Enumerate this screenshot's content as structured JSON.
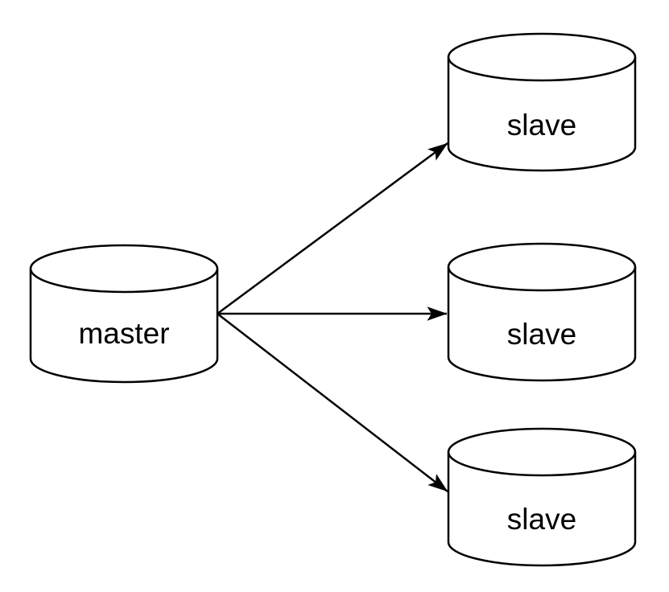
{
  "diagram": {
    "background_color": "#ffffff",
    "node_fill_color": "#ffffff",
    "node_stroke_color": "#000000",
    "arrow_color": "#000000",
    "text_color": "#000000",
    "nodes": [
      {
        "id": "master",
        "label": "master",
        "shape": "database-cylinder"
      },
      {
        "id": "slave-top",
        "label": "slave",
        "shape": "database-cylinder"
      },
      {
        "id": "slave-middle",
        "label": "slave",
        "shape": "database-cylinder"
      },
      {
        "id": "slave-bottom",
        "label": "slave",
        "shape": "database-cylinder"
      }
    ],
    "edges": [
      {
        "from": "master",
        "to": "slave-top",
        "style": "solid-arrow"
      },
      {
        "from": "master",
        "to": "slave-middle",
        "style": "solid-arrow"
      },
      {
        "from": "master",
        "to": "slave-bottom",
        "style": "solid-arrow"
      }
    ]
  }
}
